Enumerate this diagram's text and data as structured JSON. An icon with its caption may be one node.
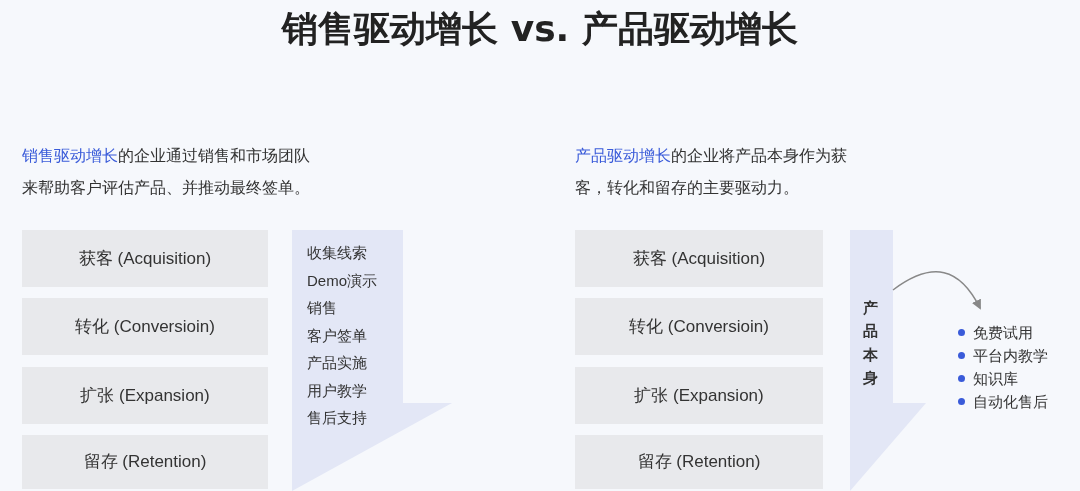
{
  "diagram": {
    "title": "销售驱动增长 vs. 产品驱动增长",
    "nodes": [
      {
        "text": [
          "获客 (Acquisition)"
        ]
      },
      {
        "text": [
          "转化 (Conversioin)"
        ]
      },
      {
        "text": [
          "扩张 (Expansion)"
        ]
      },
      {
        "text": [
          "留存 (Retention)"
        ]
      },
      {
        "text": [
          "收集线索",
          "Demo演示",
          "销售",
          "客户签单",
          "产品实施",
          "用户教学",
          "售后支持"
        ]
      },
      {
        "text": [
          "获客 (Acquisition)"
        ]
      },
      {
        "text": [
          "转化 (Conversioin)"
        ]
      },
      {
        "text": [
          "扩张 (Expansion)"
        ]
      },
      {
        "text": [
          "留存 (Retention)"
        ]
      },
      {
        "text": [
          "产品本身"
        ]
      },
      {
        "text": [
          "免费试用",
          "平台内教学",
          "知识库",
          "自动化售后"
        ]
      }
    ],
    "edges": [
      {
        "from": 9,
        "to": 10,
        "arrow": "to"
      }
    ],
    "labels": [
      "**销售驱动增长**的企业通过销售和市场团队来帮助客户评估产品、并推动最终签单。",
      "**产品驱动增长**的企业将产品本身作为获客，转化和留存的主要驱动力。"
    ]
  }
}
